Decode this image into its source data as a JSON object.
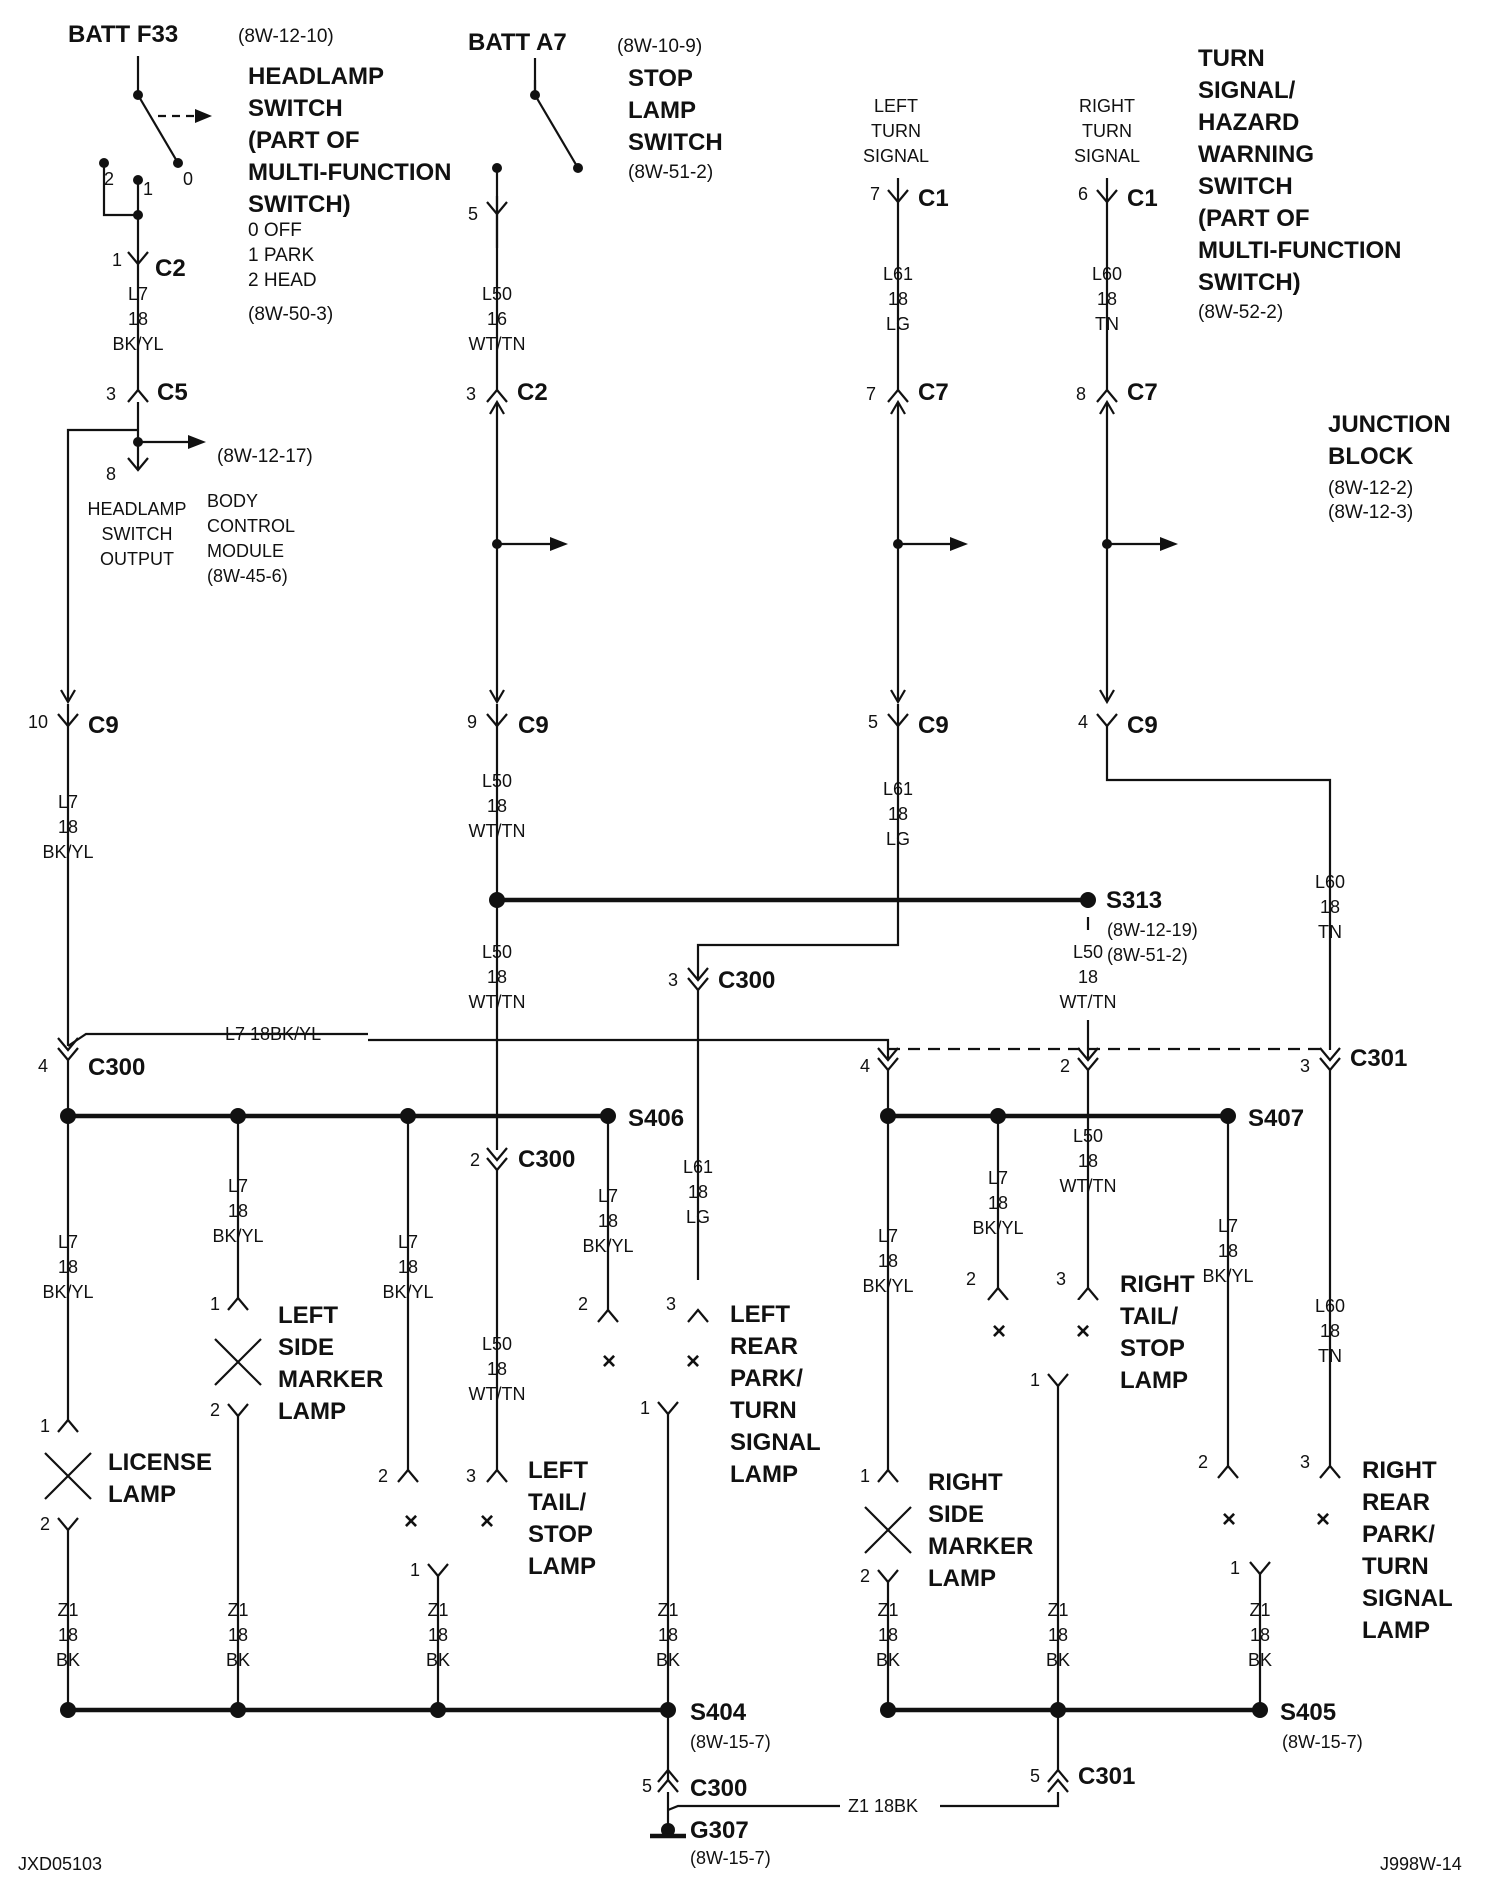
{
  "batt_f33": {
    "name": "BATT F33",
    "ref": "(8W-12-10)"
  },
  "batt_a7": {
    "name": "BATT A7",
    "ref": "(8W-10-9)"
  },
  "headlamp_switch": {
    "label": [
      "HEADLAMP",
      "SWITCH",
      "(PART OF",
      "MULTI-FUNCTION",
      "SWITCH)"
    ],
    "positions": [
      "0 OFF",
      "1 PARK",
      "2 HEAD"
    ],
    "ref": "(8W-50-3)",
    "contacts": [
      "2",
      "1",
      "0"
    ]
  },
  "stop_lamp_switch": {
    "label": [
      "STOP",
      "LAMP",
      "SWITCH"
    ],
    "ref": "(8W-51-2)"
  },
  "turn_switch": {
    "label": [
      "TURN",
      "SIGNAL/",
      "HAZARD",
      "WARNING",
      "SWITCH",
      "(PART OF",
      "MULTI-FUNCTION",
      "SWITCH)"
    ],
    "ref": "(8W-52-2)",
    "left": [
      "LEFT",
      "TURN",
      "SIGNAL"
    ],
    "right": [
      "RIGHT",
      "TURN",
      "SIGNAL"
    ]
  },
  "junction_block": {
    "label": [
      "JUNCTION",
      "BLOCK"
    ],
    "refs": [
      "(8W-12-2)",
      "(8W-12-3)"
    ],
    "feed_ref": "(8W-12-17)"
  },
  "bcm": {
    "box": [
      "HEADLAMP",
      "SWITCH",
      "OUTPUT"
    ],
    "label": [
      "BODY",
      "CONTROL",
      "MODULE",
      "(8W-45-6)"
    ]
  },
  "connectors": [
    {
      "pin": "1",
      "name": "C2"
    },
    {
      "pin": "5",
      "name": ""
    },
    {
      "pin": "7",
      "name": "C1"
    },
    {
      "pin": "6",
      "name": "C1"
    },
    {
      "pin": "3",
      "name": "C5"
    },
    {
      "pin": "3",
      "name": "C2"
    },
    {
      "pin": "7",
      "name": "C7"
    },
    {
      "pin": "8",
      "name": "C7"
    },
    {
      "pin": "8",
      "name": ""
    },
    {
      "pin": "10",
      "name": "C9"
    },
    {
      "pin": "9",
      "name": "C9"
    },
    {
      "pin": "5",
      "name": "C9"
    },
    {
      "pin": "4",
      "name": "C9"
    },
    {
      "pin": "3",
      "name": "C300"
    },
    {
      "pin": "4",
      "name": "C300"
    },
    {
      "pin": "2",
      "name": "C300"
    },
    {
      "pin": "4",
      "name": ""
    },
    {
      "pin": "2",
      "name": ""
    },
    {
      "pin": "3",
      "name": "C301"
    },
    {
      "pin": "5",
      "name": "C300"
    },
    {
      "pin": "5",
      "name": "C301"
    }
  ],
  "wires": [
    [
      "L7",
      "18",
      "BK/YL"
    ],
    [
      "L50",
      "16",
      "WT/TN"
    ],
    [
      "L61",
      "18",
      "LG"
    ],
    [
      "L60",
      "18",
      "TN"
    ],
    [
      "L7",
      "18",
      "BK/YL"
    ],
    [
      "L50",
      "18",
      "WT/TN"
    ],
    [
      "L61",
      "18",
      "LG"
    ],
    [
      "L60",
      "18",
      "TN"
    ],
    [
      "L50",
      "18",
      "WT/TN"
    ],
    [
      "L50",
      "18",
      "WT/TN"
    ],
    [
      "L7",
      "18",
      "BK/YL"
    ],
    [
      "L7",
      "18",
      "BK/YL"
    ],
    [
      "L7",
      "18",
      "BK/YL"
    ],
    [
      "L50",
      "18",
      "WT/TN"
    ],
    [
      "L7",
      "18",
      "BK/YL"
    ],
    [
      "L61",
      "18",
      "LG"
    ],
    [
      "L7",
      "18",
      "BK/YL"
    ],
    [
      "L7",
      "18",
      "BK/YL"
    ],
    [
      "L50",
      "18",
      "WT/TN"
    ],
    [
      "L7",
      "18",
      "BK/YL"
    ],
    [
      "L60",
      "18",
      "TN"
    ],
    [
      "Z1",
      "18",
      "BK"
    ],
    [
      "Z1",
      "18",
      "BK"
    ],
    [
      "Z1",
      "18",
      "BK"
    ],
    [
      "Z1",
      "18",
      "BK"
    ],
    [
      "Z1",
      "18",
      "BK"
    ],
    [
      "Z1",
      "18",
      "BK"
    ],
    [
      "Z1",
      "18",
      "BK"
    ]
  ],
  "inline_wires": [
    "L7   18BK/YL",
    "Z1   18BK"
  ],
  "splices": [
    {
      "name": "S313",
      "refs": [
        "(8W-12-19)",
        "(8W-51-2)"
      ]
    },
    {
      "name": "S406",
      "refs": []
    },
    {
      "name": "S407",
      "refs": []
    },
    {
      "name": "S404",
      "refs": [
        "(8W-15-7)"
      ]
    },
    {
      "name": "S405",
      "refs": [
        "(8W-15-7)"
      ]
    }
  ],
  "ground": {
    "name": "G307",
    "ref": "(8W-15-7)"
  },
  "lamps": [
    {
      "label": [
        "LICENSE",
        "LAMP"
      ],
      "pins": [
        "1",
        "2"
      ]
    },
    {
      "label": [
        "LEFT",
        "SIDE",
        "MARKER",
        "LAMP"
      ],
      "pins": [
        "1",
        "2"
      ]
    },
    {
      "label": [
        "LEFT",
        "TAIL/",
        "STOP",
        "LAMP"
      ],
      "pins": [
        "2",
        "3",
        "1"
      ]
    },
    {
      "label": [
        "LEFT",
        "REAR",
        "PARK/",
        "TURN",
        "SIGNAL",
        "LAMP"
      ],
      "pins": [
        "2",
        "3",
        "1"
      ]
    },
    {
      "label": [
        "RIGHT",
        "SIDE",
        "MARKER",
        "LAMP"
      ],
      "pins": [
        "1",
        "2"
      ]
    },
    {
      "label": [
        "RIGHT",
        "TAIL/",
        "STOP",
        "LAMP"
      ],
      "pins": [
        "2",
        "3",
        "1"
      ]
    },
    {
      "label": [
        "RIGHT",
        "REAR",
        "PARK/",
        "TURN",
        "SIGNAL",
        "LAMP"
      ],
      "pins": [
        "2",
        "3",
        "1"
      ]
    }
  ],
  "footer": {
    "left": "JXD05103",
    "right": "J998W-14"
  }
}
